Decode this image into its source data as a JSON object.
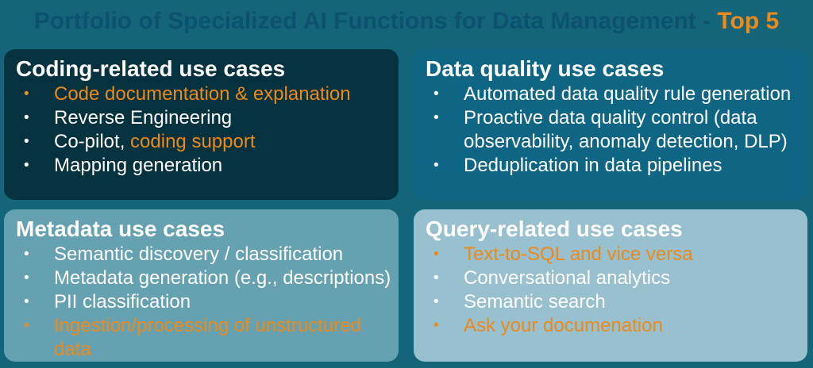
{
  "title": {
    "main": "Portfolio of Specialized AI Functions for Data Management - ",
    "highlight": "Top 5"
  },
  "colors": {
    "background": "#15657A",
    "title_text": "#0D5170",
    "orange": "#EC8A1A",
    "white": "#FFFFFF",
    "box_coding_bg": "#04323E",
    "box_quality_bg": "#0F6584",
    "box_metadata_bg": "#66A1B1",
    "box_query_bg": "#98C0CE"
  },
  "boxes": [
    {
      "id": "coding",
      "heading": "Coding-related use cases",
      "bg": "box_coding_bg",
      "items": [
        {
          "segments": [
            {
              "text": "Code documentation & explanation",
              "color": "orange"
            }
          ]
        },
        {
          "segments": [
            {
              "text": "Reverse Engineering",
              "color": "white"
            }
          ]
        },
        {
          "segments": [
            {
              "text": "Co-pilot, ",
              "color": "white"
            },
            {
              "text": "coding support",
              "color": "orange"
            }
          ]
        },
        {
          "segments": [
            {
              "text": "Mapping generation",
              "color": "white"
            }
          ]
        }
      ]
    },
    {
      "id": "data-quality",
      "heading": "Data quality use cases",
      "bg": "box_quality_bg",
      "items": [
        {
          "segments": [
            {
              "text": "Automated data quality rule generation",
              "color": "white"
            }
          ]
        },
        {
          "segments": [
            {
              "text": "Proactive data quality control (data observability, anomaly detection, DLP)",
              "color": "white"
            }
          ]
        },
        {
          "segments": [
            {
              "text": "Deduplication in data pipelines",
              "color": "white"
            }
          ]
        }
      ]
    },
    {
      "id": "metadata",
      "heading": "Metadata use cases",
      "bg": "box_metadata_bg",
      "items": [
        {
          "segments": [
            {
              "text": "Semantic discovery / classification",
              "color": "white"
            }
          ]
        },
        {
          "segments": [
            {
              "text": "Metadata generation (e.g., descriptions)",
              "color": "white"
            }
          ]
        },
        {
          "segments": [
            {
              "text": "PII classification",
              "color": "white"
            }
          ]
        },
        {
          "segments": [
            {
              "text": "Ingestion/processing of unstructured data",
              "color": "orange"
            }
          ]
        }
      ]
    },
    {
      "id": "query",
      "heading": "Query-related use cases",
      "bg": "box_query_bg",
      "items": [
        {
          "segments": [
            {
              "text": "Text-to-SQL and vice versa",
              "color": "orange"
            }
          ]
        },
        {
          "segments": [
            {
              "text": "Conversational analytics",
              "color": "white"
            }
          ]
        },
        {
          "segments": [
            {
              "text": "Semantic search",
              "color": "white"
            }
          ]
        },
        {
          "segments": [
            {
              "text": "Ask your documenation",
              "color": "orange"
            }
          ]
        }
      ]
    }
  ]
}
